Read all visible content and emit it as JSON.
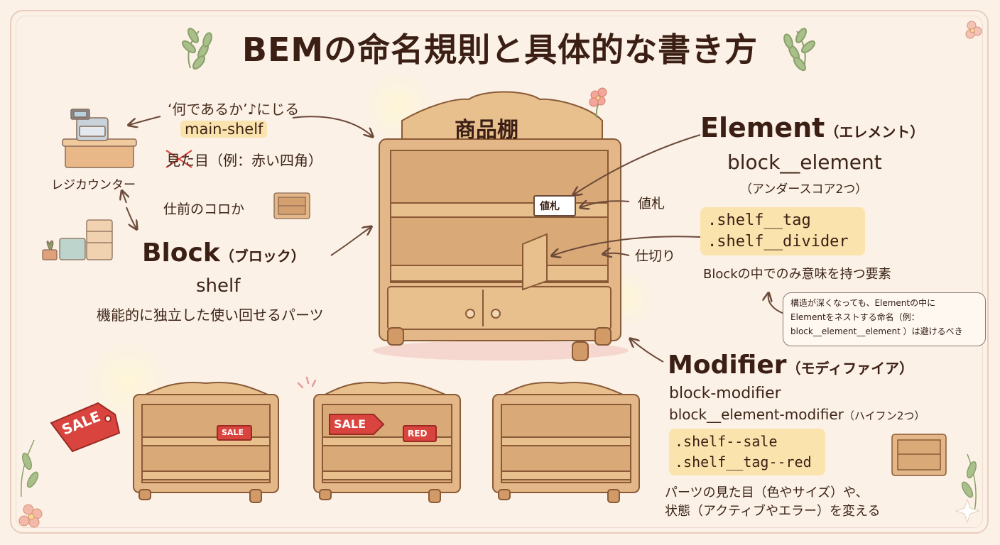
{
  "title": "BEMの命名規則と具体的な書き方",
  "left": {
    "note_line1": "‘何であるか’♪にじる",
    "note_code": "main-shelf",
    "note_bad_prefix": "見た",
    "note_bad_rest": "目（例：赤い四角）",
    "register_label": "レジカウンター",
    "not_label": "仕前のコロか"
  },
  "block": {
    "heading": "Block",
    "heading_jp": "（ブロック）",
    "code": "shelf",
    "description": "機能的に独立した使い回せるパーツ"
  },
  "shelf_sign": "商品棚",
  "price_tag": "値札",
  "element": {
    "heading": "Element",
    "heading_jp": "（エレメント）",
    "code": "block__element",
    "note": "（アンダースコア2つ）",
    "label_tag": "値札",
    "label_divider": "仕切り",
    "examples": [
      ".shelf__tag",
      ".shelf__divider"
    ],
    "description": "Blockの中でのみ意味を持つ要素",
    "bubble": [
      "構造が深くなっても、Elementの中に",
      "Elementをネストする命名（例：",
      "block__element__element ）は避けるべき"
    ]
  },
  "modifier": {
    "heading": "Modifier",
    "heading_jp": "（モディファイア）",
    "code1": "block-modifier",
    "code2": "block__element-modifier",
    "code2_note": "（ハイフン2つ）",
    "examples": [
      ".shelf--sale",
      ".shelf__tag--red"
    ],
    "description_line1": "パーツの見た目（色やサイズ）や、",
    "description_line2": "状態（アクティブやエラー）を変える"
  },
  "sale_tag_big": "SALE",
  "sale_tag_small": "SALE",
  "sale_tag_mid": "SALE",
  "red_tag": "RED",
  "colors": {
    "background": "#fbf1e6",
    "wood": "#e3b787",
    "wood_dark": "#b9824f",
    "wood_inner": "#d9a977",
    "outline": "#8a5a37",
    "highlight": "#fbe3ad",
    "sale_red": "#d9453e"
  }
}
